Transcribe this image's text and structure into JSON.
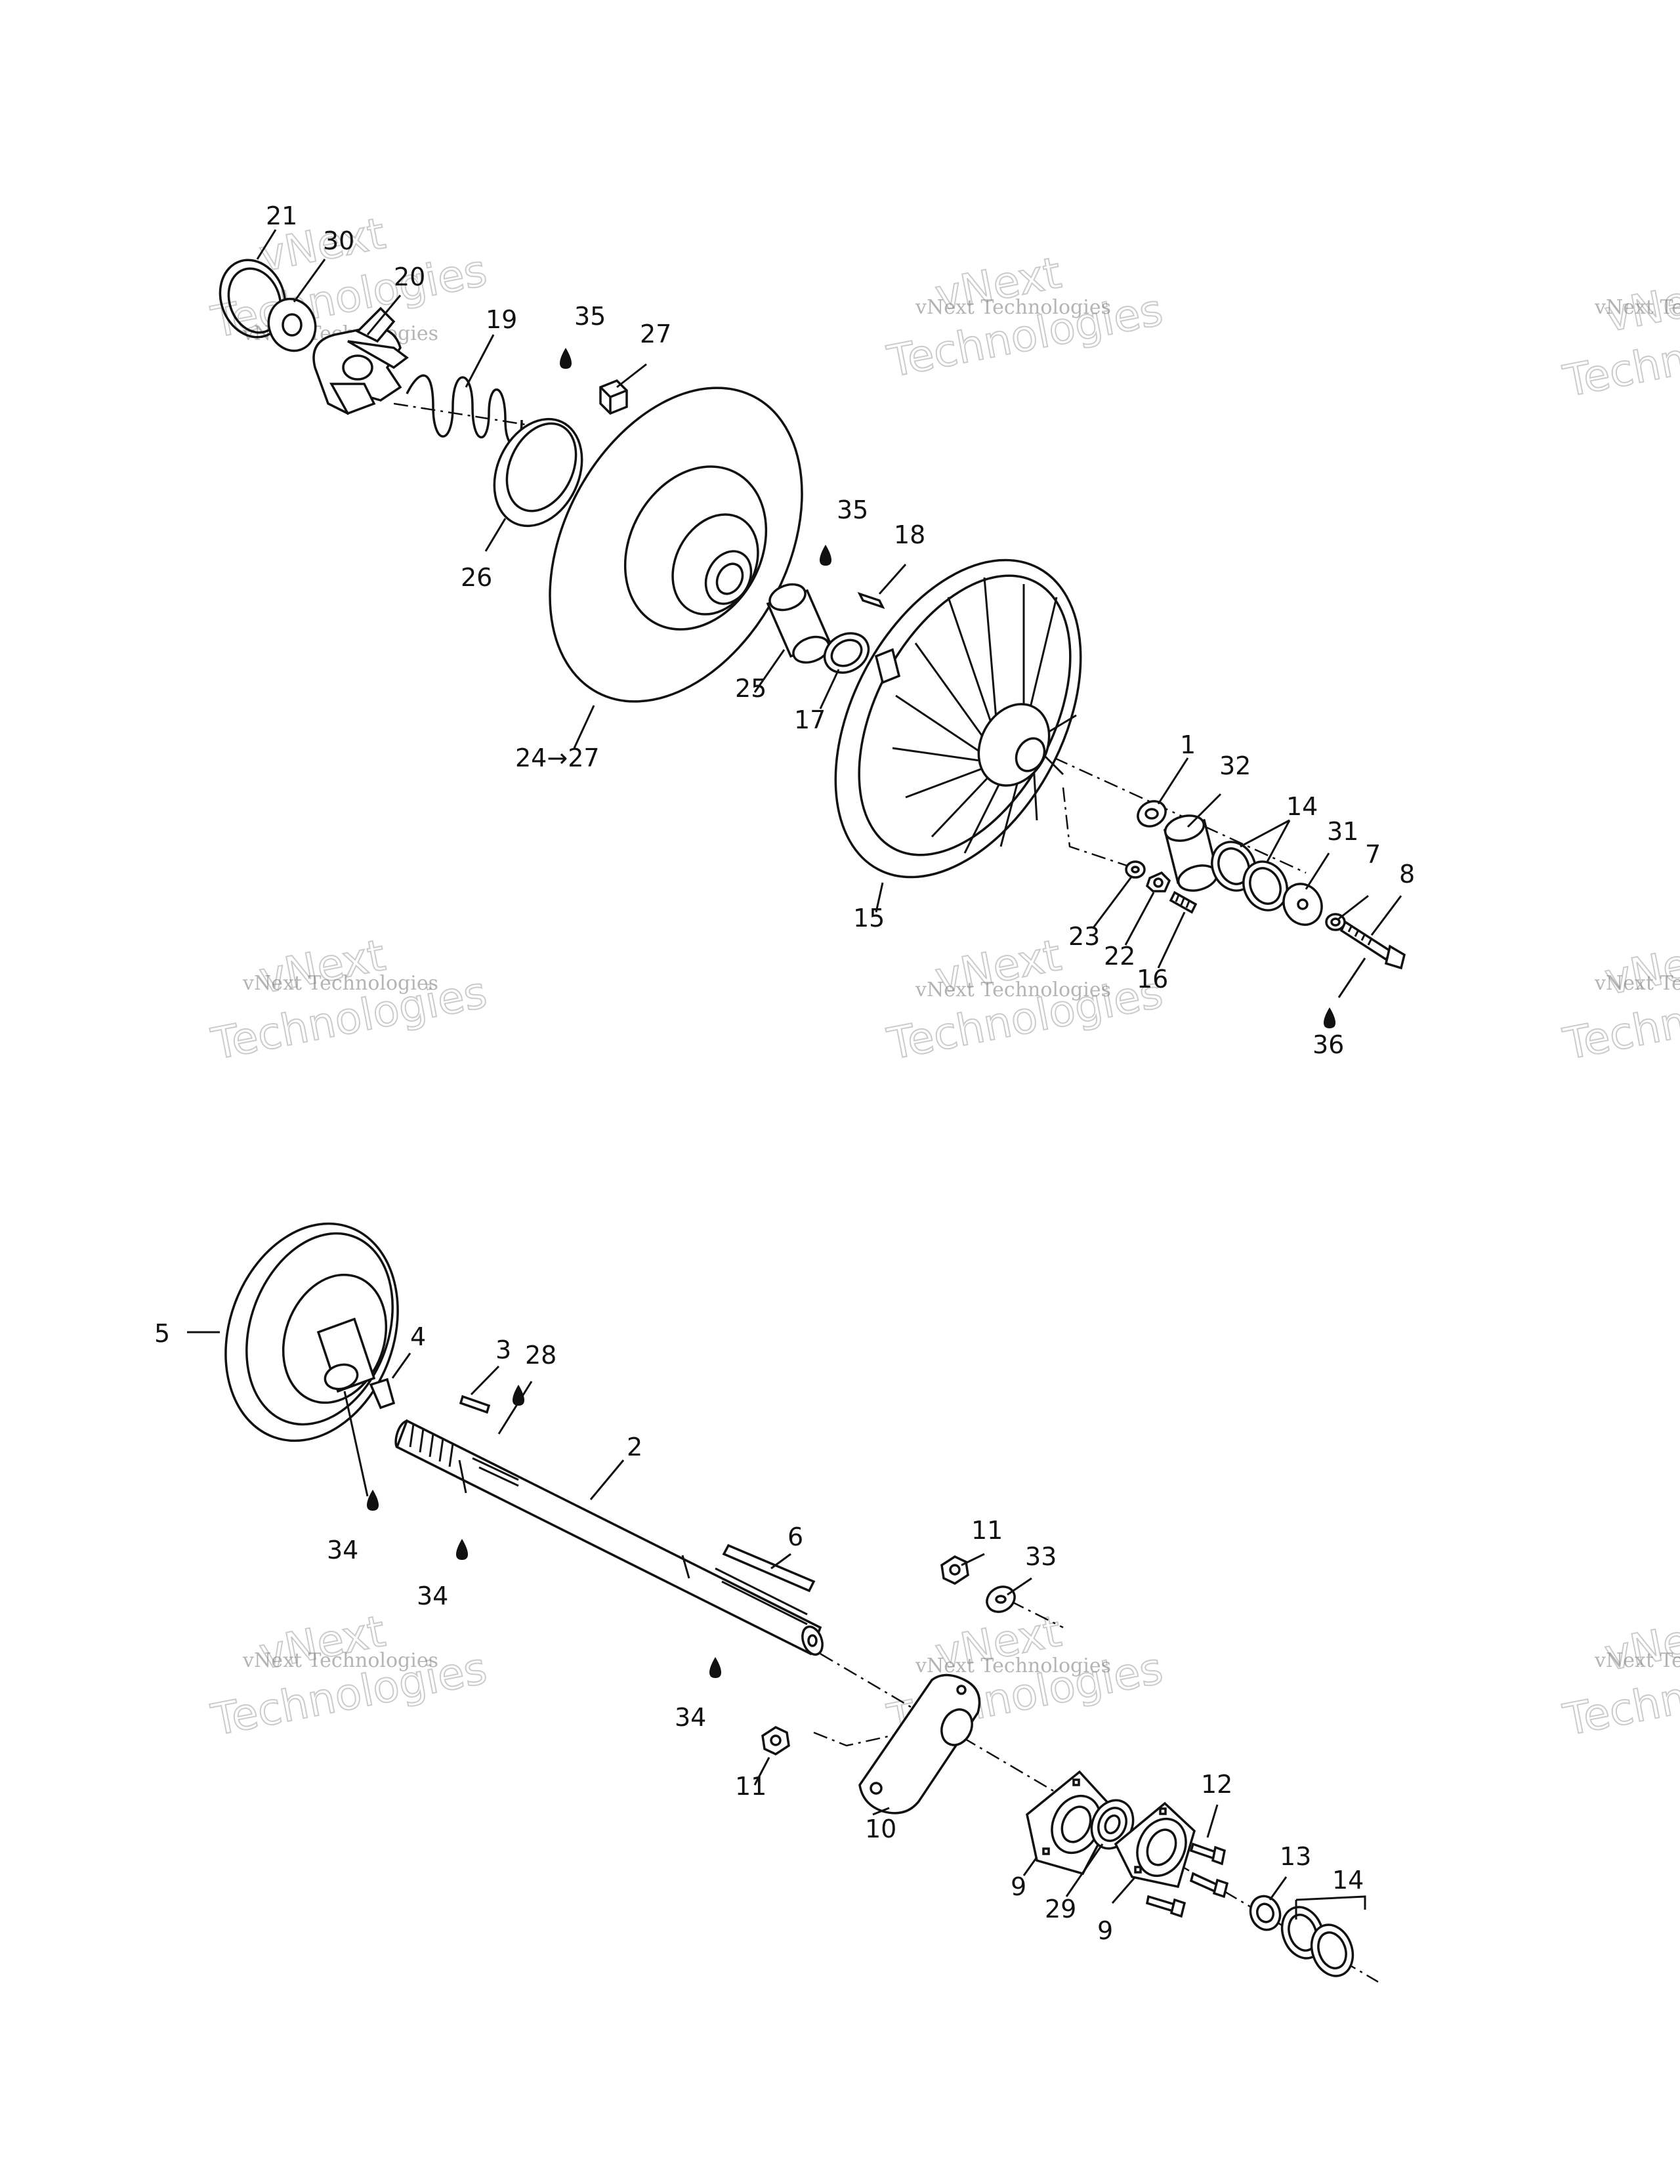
{
  "diagram": {
    "callouts": [
      {
        "id": "c21",
        "text": "21"
      },
      {
        "id": "c30",
        "text": "30"
      },
      {
        "id": "c20",
        "text": "20"
      },
      {
        "id": "c19",
        "text": "19"
      },
      {
        "id": "c35a",
        "text": "35"
      },
      {
        "id": "c27",
        "text": "27"
      },
      {
        "id": "c26",
        "text": "26"
      },
      {
        "id": "c35b",
        "text": "35"
      },
      {
        "id": "c18",
        "text": "18"
      },
      {
        "id": "c25",
        "text": "25"
      },
      {
        "id": "c17",
        "text": "17"
      },
      {
        "id": "c2427",
        "text": "24→27"
      },
      {
        "id": "c1",
        "text": "1"
      },
      {
        "id": "c32",
        "text": "32"
      },
      {
        "id": "c14a",
        "text": "14"
      },
      {
        "id": "c31",
        "text": "31"
      },
      {
        "id": "c7",
        "text": "7"
      },
      {
        "id": "c8",
        "text": "8"
      },
      {
        "id": "c15",
        "text": "15"
      },
      {
        "id": "c23",
        "text": "23"
      },
      {
        "id": "c22",
        "text": "22"
      },
      {
        "id": "c16",
        "text": "16"
      },
      {
        "id": "c36",
        "text": "36"
      },
      {
        "id": "c5",
        "text": "5"
      },
      {
        "id": "c4",
        "text": "4"
      },
      {
        "id": "c3",
        "text": "3"
      },
      {
        "id": "c28",
        "text": "28"
      },
      {
        "id": "c2",
        "text": "2"
      },
      {
        "id": "c34a",
        "text": "34"
      },
      {
        "id": "c34b",
        "text": "34"
      },
      {
        "id": "c6",
        "text": "6"
      },
      {
        "id": "c11a",
        "text": "11"
      },
      {
        "id": "c33",
        "text": "33"
      },
      {
        "id": "c34c",
        "text": "34"
      },
      {
        "id": "c11b",
        "text": "11"
      },
      {
        "id": "c10",
        "text": "10"
      },
      {
        "id": "c9a",
        "text": "9"
      },
      {
        "id": "c29",
        "text": "29"
      },
      {
        "id": "c9b",
        "text": "9"
      },
      {
        "id": "c12",
        "text": "12"
      },
      {
        "id": "c13",
        "text": "13"
      },
      {
        "id": "c14b",
        "text": "14"
      }
    ],
    "watermark": {
      "line1": "vNext Technologies",
      "line2": "vNext",
      "line3": "Technologies"
    }
  }
}
